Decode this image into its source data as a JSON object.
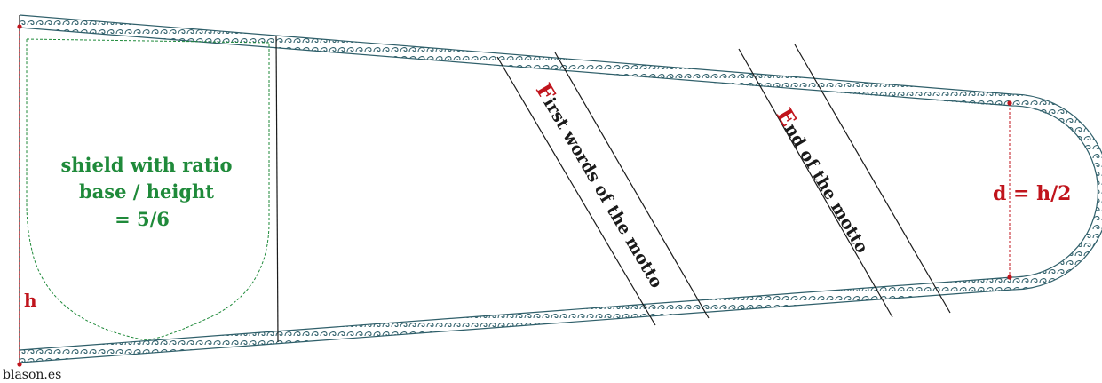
{
  "shield_note": {
    "lines": [
      "shield with ratio",
      "base / height",
      "= 5/6"
    ],
    "color": "#1f8a3a"
  },
  "motto_first": {
    "initial": "F",
    "rest": "irst words of the motto"
  },
  "motto_end": {
    "initial": "E",
    "rest": "nd of the motto"
  },
  "height_label": "h",
  "diameter_label": "d = h/2",
  "credit": "blason.es",
  "colors": {
    "accent_red": "#c0141c",
    "shield_green": "#1f8a3a",
    "border_teal": "#2f5f6a",
    "ink": "#1a1a1a"
  },
  "icons": {
    "border": "scroll-wave-border",
    "marker": "red-dot-marker"
  }
}
